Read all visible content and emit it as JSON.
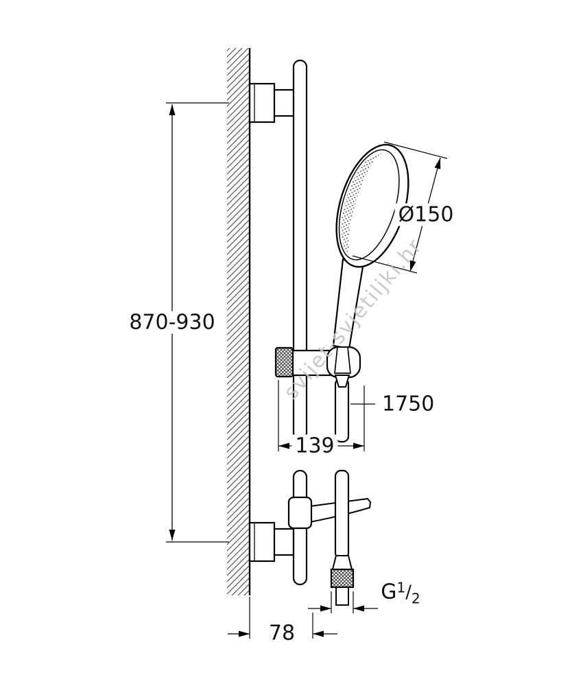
{
  "page": {
    "background": "#ffffff"
  },
  "drawing": {
    "line_color": "#000000",
    "watermark": {
      "text": "svijet-svjetiljki.hr",
      "color": "#c5c5c5"
    },
    "dimensions": {
      "rail_height": "870-930",
      "head_diameter": "Ø150",
      "hose_length": "1750",
      "holder_depth": "139",
      "wall_offset": "78",
      "thread_size": {
        "prefix": "G",
        "numerator": "1",
        "separator": "/",
        "denominator": "2"
      }
    }
  }
}
